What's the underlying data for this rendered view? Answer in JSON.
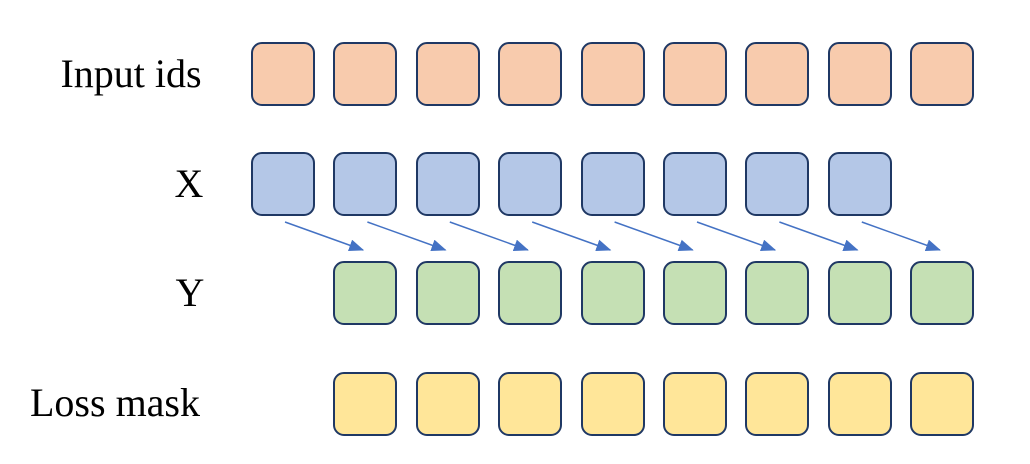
{
  "diagram": {
    "description_rows": [
      {
        "id": "input-ids",
        "label": "Input ids",
        "token_count": 9,
        "fill": "#F8CBAD",
        "shifted": false
      },
      {
        "id": "x",
        "label": "X",
        "token_count": 8,
        "fill": "#B4C7E7",
        "shifted": false
      },
      {
        "id": "y",
        "label": "Y",
        "token_count": 8,
        "fill": "#C5E0B4",
        "shifted": true
      },
      {
        "id": "loss-mask",
        "label": "Loss mask",
        "token_count": 8,
        "fill": "#FFE699",
        "shifted": true
      }
    ],
    "arrows": {
      "count": 8,
      "from_row": "X",
      "to_row": "Y",
      "direction": "down-right"
    },
    "colors": {
      "box_border": "#1F3864",
      "arrow": "#4472C4",
      "background": "#FFFFFF",
      "label_text": "#000000"
    }
  }
}
